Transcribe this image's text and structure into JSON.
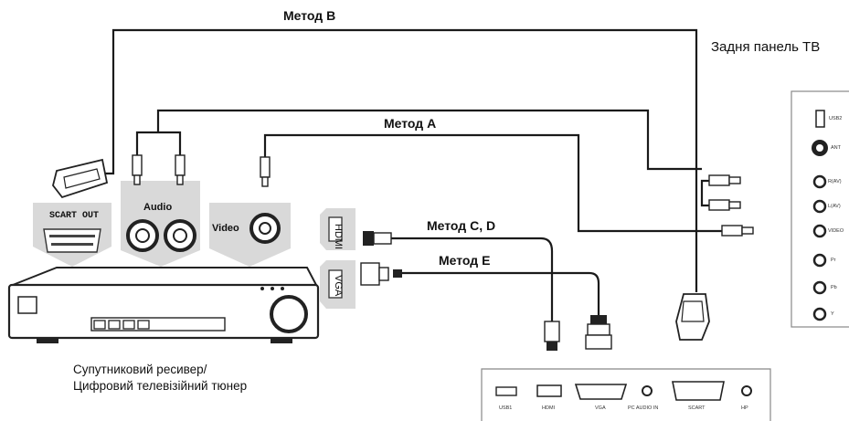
{
  "methods": {
    "b": "Метод B",
    "a": "Метод A",
    "cd": "Метод C, D",
    "e": "Метод E"
  },
  "tv_back_panel_title": "Задня панель ТВ",
  "receiver_label": {
    "line1": "Супутниковий ресивер/",
    "line2": "Цифровий телевізійний тюнер"
  },
  "receiver_outputs": {
    "scart": "SCART OUT",
    "audio": "Audio",
    "video": "Video",
    "hdmi": "HDMI",
    "vga": "VGA"
  },
  "tv_side_ports": [
    "USB2",
    "ANT",
    "R(AV)",
    "L(AV)",
    "VIDEO",
    "Pr",
    "Pb",
    "Y"
  ],
  "tv_bottom_ports": {
    "usb": "USB1",
    "hdmi": "HDMI",
    "vga": "VGA",
    "pc_audio": "PC AUDIO IN",
    "scart": "SCART",
    "hp": "HP"
  },
  "colors": {
    "line": "#1a1a1a",
    "panel_gray": "#d9d9d9",
    "device": "#2b2b2b"
  }
}
